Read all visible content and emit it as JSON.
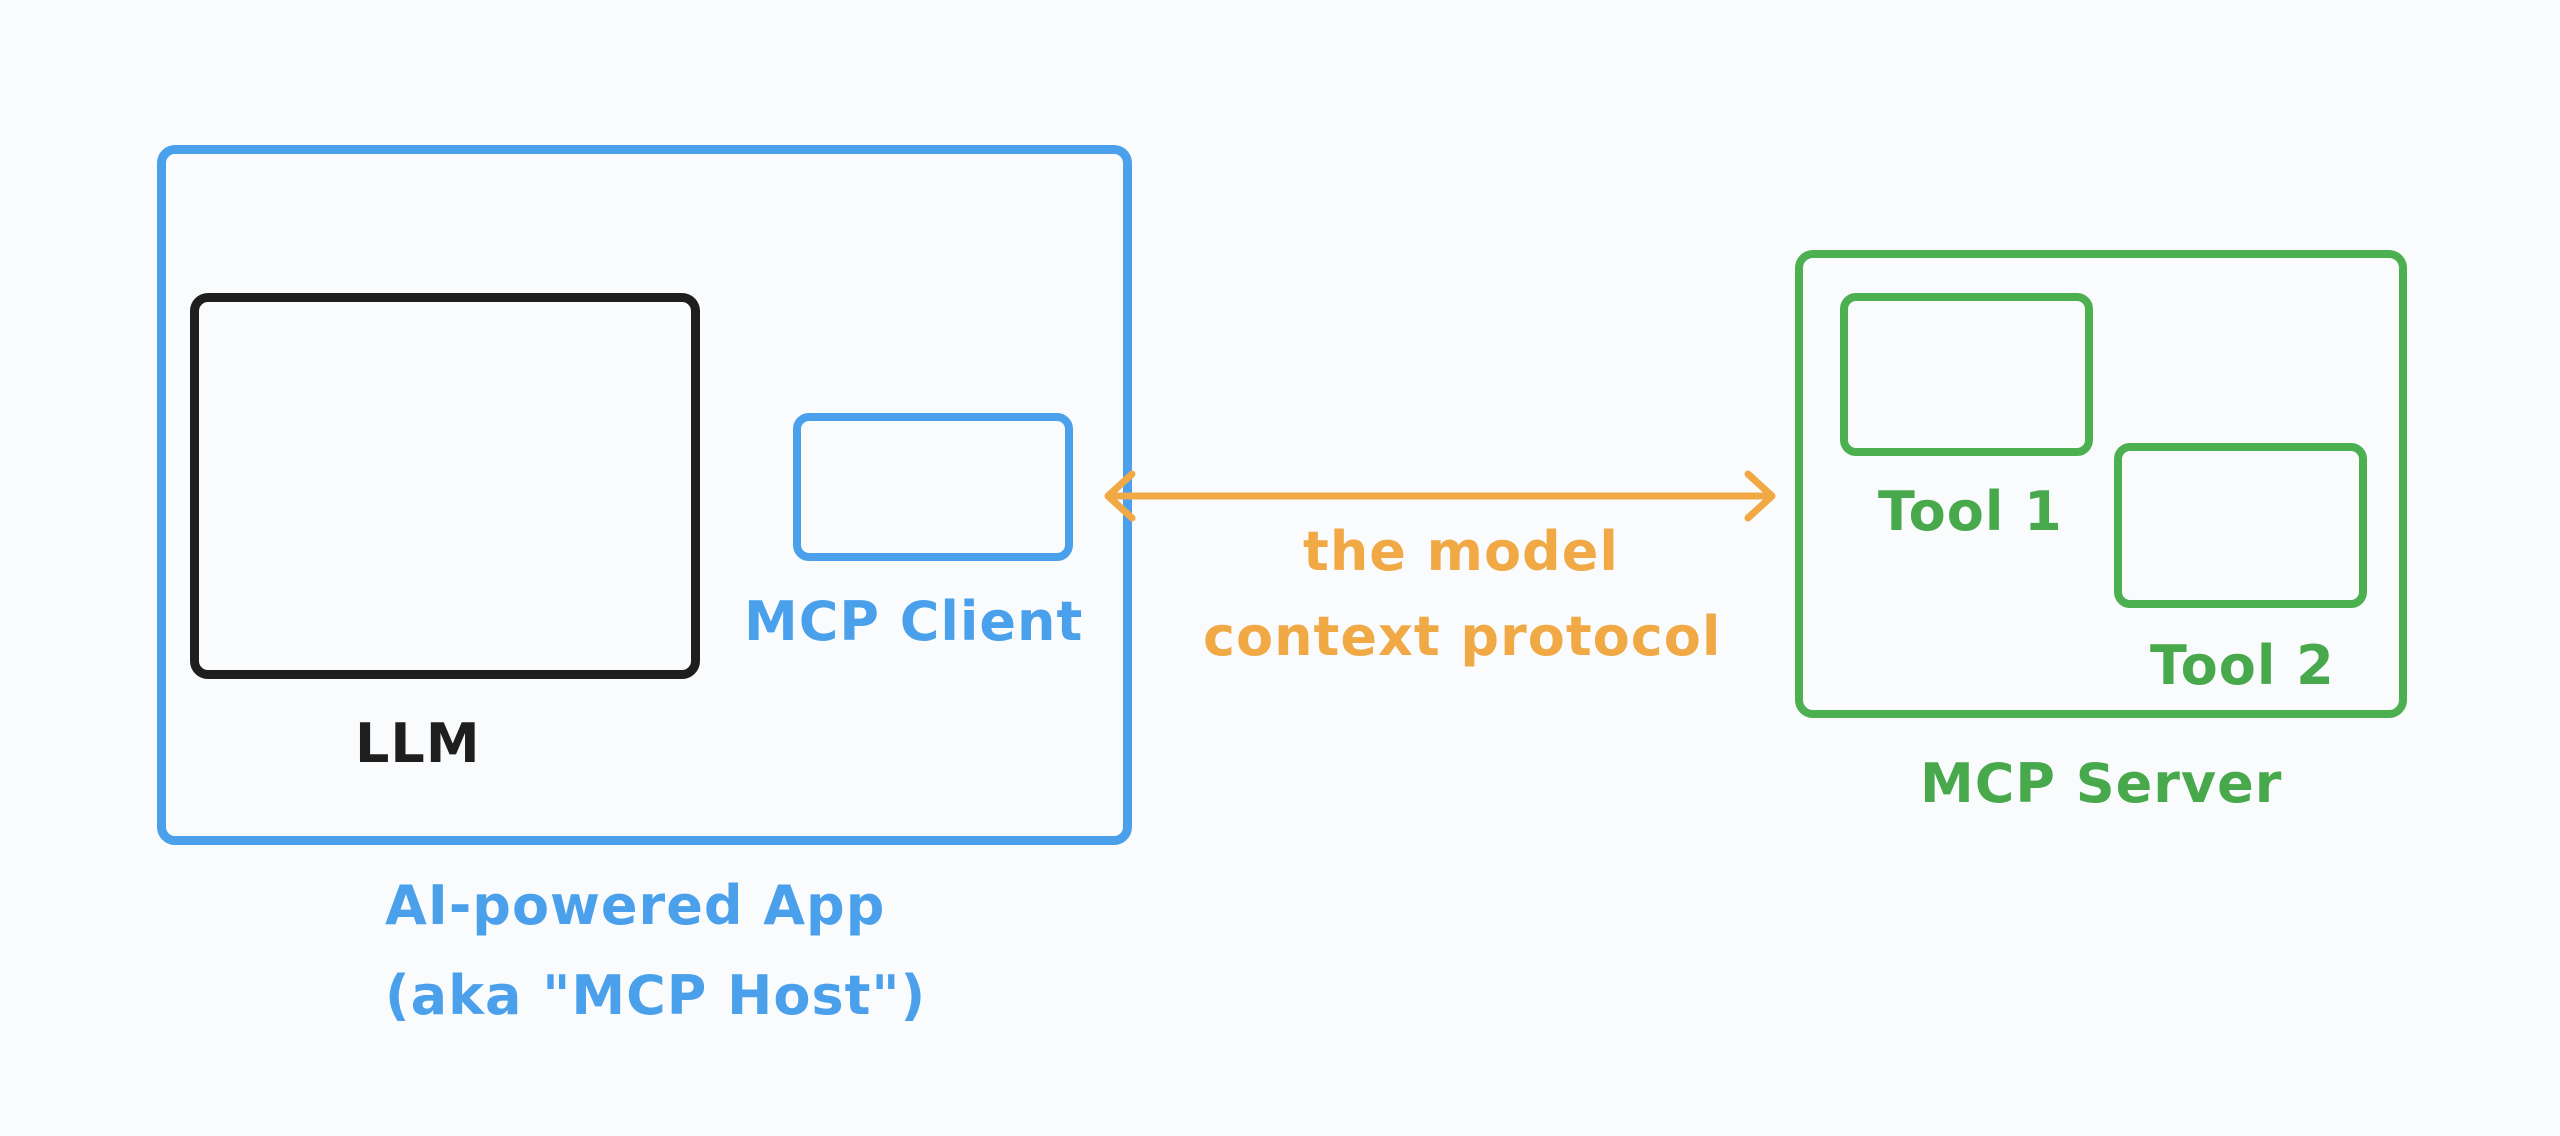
{
  "host": {
    "line1": "AI-powered App",
    "line2": "(aka \"MCP Host\")"
  },
  "llm": {
    "label": "LLM"
  },
  "client": {
    "label": "MCP Client"
  },
  "protocol": {
    "line1": "the model",
    "line2": "context protocol"
  },
  "server": {
    "label": "MCP Server",
    "tools": [
      {
        "label": "Tool 1"
      },
      {
        "label": "Tool 2"
      }
    ]
  },
  "colors": {
    "host": "#4aa0ea",
    "llm": "#1e1e1e",
    "server": "#4caf50",
    "protocol": "#f0a945",
    "background": "#f9fbfd"
  }
}
